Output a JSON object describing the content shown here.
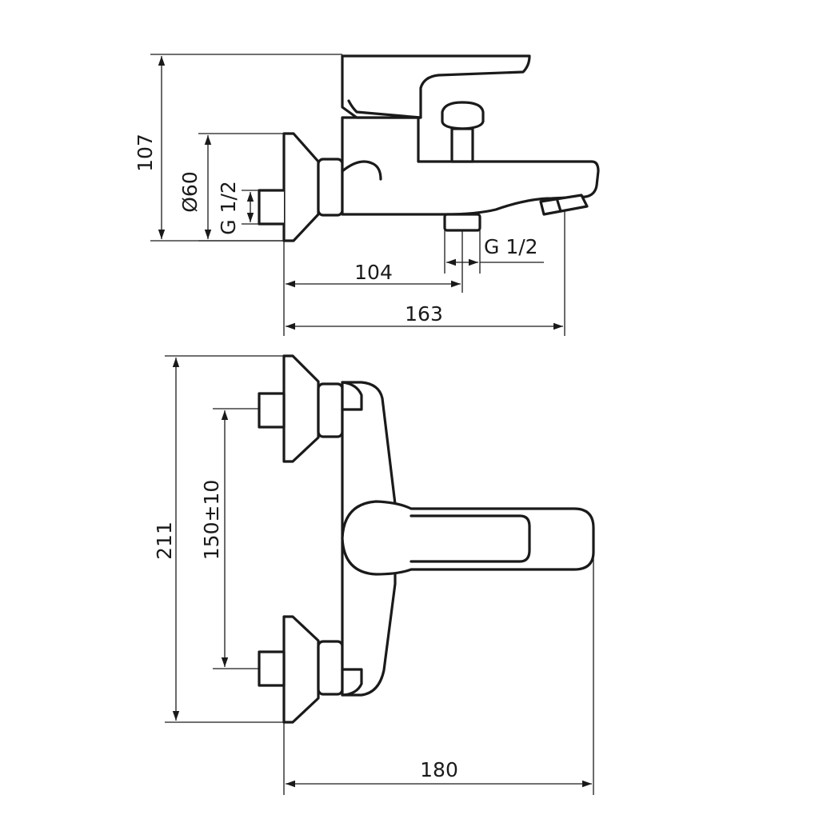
{
  "side_view": {
    "dims": {
      "height_107": "107",
      "diameter_60": "Ø60",
      "thread_wall": "G 1/2",
      "thread_outlet": "G 1/2",
      "depth_104": "104",
      "depth_163": "163"
    }
  },
  "front_view": {
    "dims": {
      "width_211": "211",
      "centers_150": "150±10",
      "projection_180": "180"
    }
  },
  "colors": {
    "line": "#1a1a1a",
    "background": "#ffffff"
  }
}
